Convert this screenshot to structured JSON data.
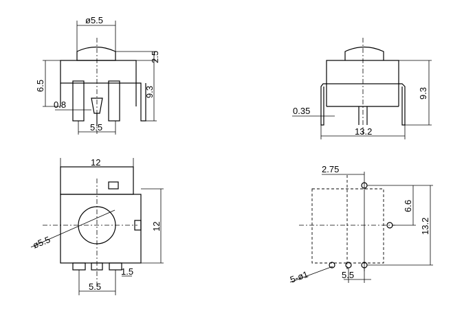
{
  "dimensions": {
    "side_head_dia": "ø5.5",
    "side_head_height": "2.5",
    "side_body_height": "6.5",
    "side_total_height": "9.3",
    "side_pin_width": "0.8",
    "side_pin_pitch": "5.5",
    "front_pin_thickness": "0.35",
    "front_total_height": "9.3",
    "front_width": "13.2",
    "top_width": "12",
    "top_height": "12",
    "top_button_dia": "ø5.5",
    "top_pin_pitch": "5.5",
    "top_pin_offset": "1.5",
    "pcb_offset": "2.75",
    "pcb_pitch_v": "6.6",
    "pcb_total_v": "13.2",
    "pcb_holes": "5-ø1",
    "pcb_pitch_h": "5.5"
  }
}
